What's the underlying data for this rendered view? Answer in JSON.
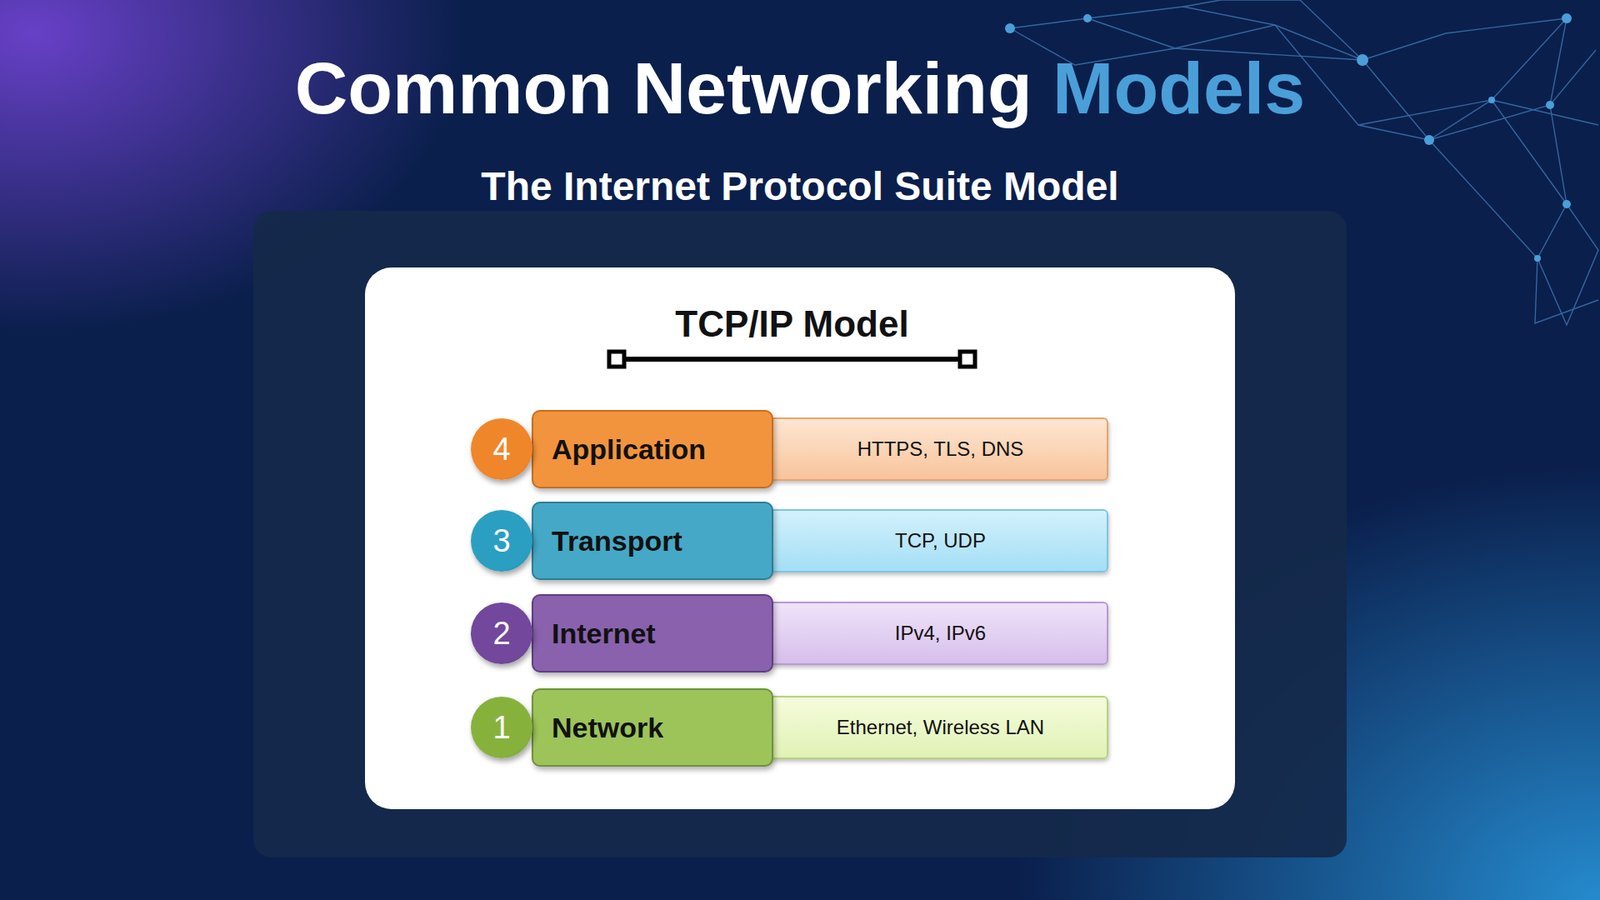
{
  "diagram": {
    "title": "Common Networking Models",
    "nodes": [
      {
        "text": [
          "4"
        ]
      },
      {
        "text": [
          "Application"
        ]
      },
      {
        "text": [
          "HTTPS, TLS, DNS"
        ]
      },
      {
        "text": [
          "3"
        ]
      },
      {
        "text": [
          "Transport"
        ]
      },
      {
        "text": [
          "TCP, UDP"
        ]
      },
      {
        "text": [
          "2"
        ]
      },
      {
        "text": [
          "Internet"
        ]
      },
      {
        "text": [
          "IPv4, IPv6"
        ]
      },
      {
        "text": [
          "1"
        ]
      },
      {
        "text": [
          "Network"
        ]
      },
      {
        "text": [
          "Ethernet, Wireless LAN"
        ]
      }
    ],
    "labels": [
      "The Internet Protocol Suite Model",
      "TCP/IP Model"
    ]
  }
}
